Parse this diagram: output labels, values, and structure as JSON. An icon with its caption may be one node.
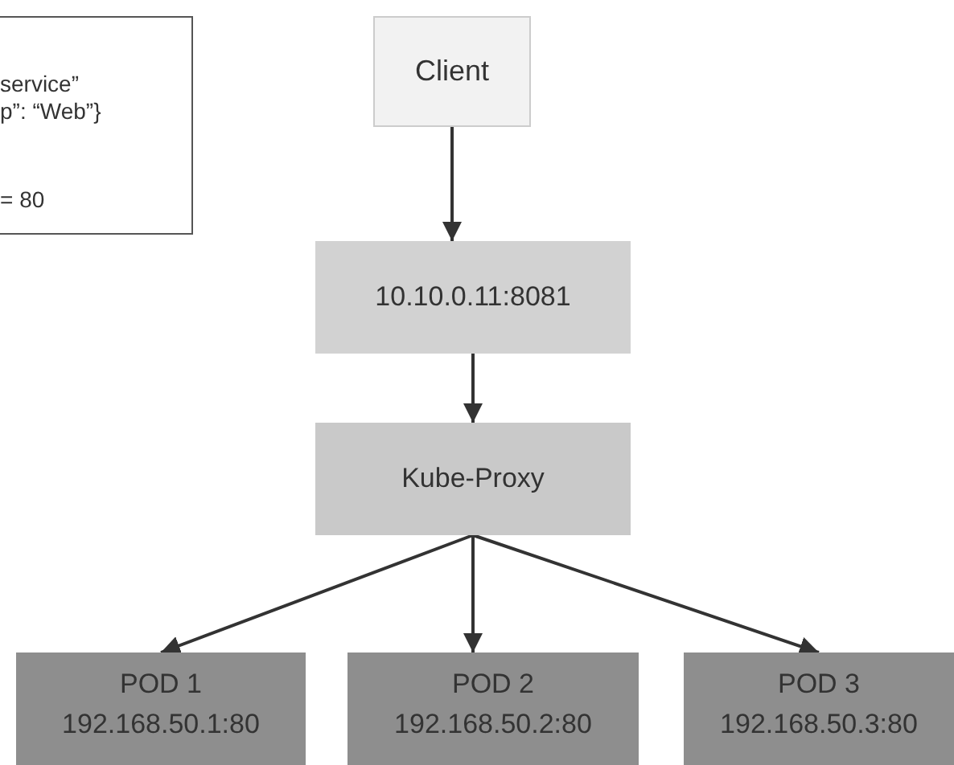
{
  "diagram": {
    "nodes": [
      {
        "text": [
          "service”",
          "p”: “Web”}",
          "= 80"
        ]
      },
      {
        "text": [
          "Client"
        ]
      },
      {
        "text": [
          "10.10.0.11:8081"
        ]
      },
      {
        "text": [
          "Kube-Proxy"
        ]
      },
      {
        "text": [
          "POD 1",
          "192.168.50.1:80"
        ]
      },
      {
        "text": [
          "POD 2",
          "192.168.50.2:80"
        ]
      },
      {
        "text": [
          "POD 3",
          "192.168.50.3:80"
        ]
      }
    ],
    "edges": [
      {
        "from": 1,
        "to": 2,
        "arrow": "to"
      },
      {
        "from": 2,
        "to": 3,
        "arrow": "to"
      },
      {
        "from": 3,
        "to": 4,
        "arrow": "to"
      },
      {
        "from": 3,
        "to": 5,
        "arrow": "to"
      },
      {
        "from": 3,
        "to": 6,
        "arrow": "to"
      }
    ]
  }
}
